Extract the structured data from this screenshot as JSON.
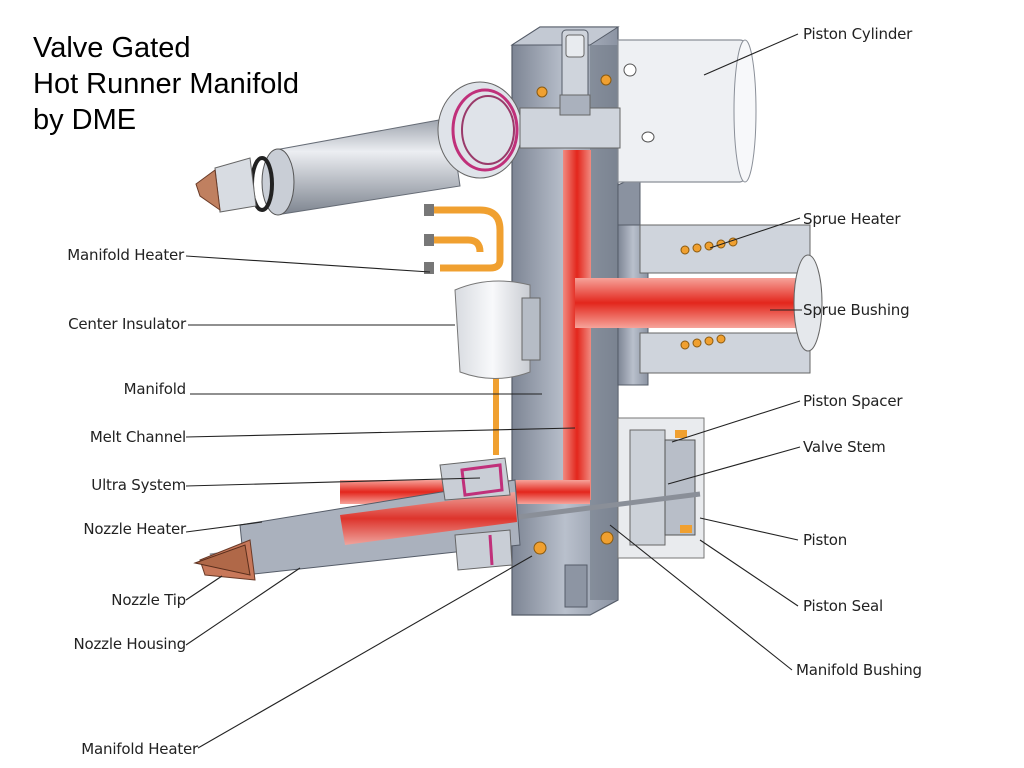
{
  "title_lines": [
    "Valve Gated",
    "Hot Runner Manifold",
    "by DME"
  ],
  "labels": {
    "piston_cylinder": "Piston Cylinder",
    "sprue_heater": "Sprue Heater",
    "sprue_bushing": "Sprue Bushing",
    "piston_spacer": "Piston Spacer",
    "valve_stem": "Valve Stem",
    "piston": "Piston",
    "piston_seal": "Piston Seal",
    "manifold_bushing": "Manifold Bushing",
    "manifold_heater_top": "Manifold Heater",
    "center_insulator": "Center Insulator",
    "manifold": "Manifold",
    "melt_channel": "Melt Channel",
    "ultra_system": "Ultra System",
    "nozzle_heater": "Nozzle Heater",
    "nozzle_tip": "Nozzle Tip",
    "nozzle_housing": "Nozzle Housing",
    "manifold_heater_bottom": "Manifold Heater"
  },
  "colors": {
    "melt": "#e8382e",
    "steel": "#9aa3b2",
    "heater": "#f0a030",
    "copper": "#c8785a",
    "seal": "#c0307a"
  }
}
